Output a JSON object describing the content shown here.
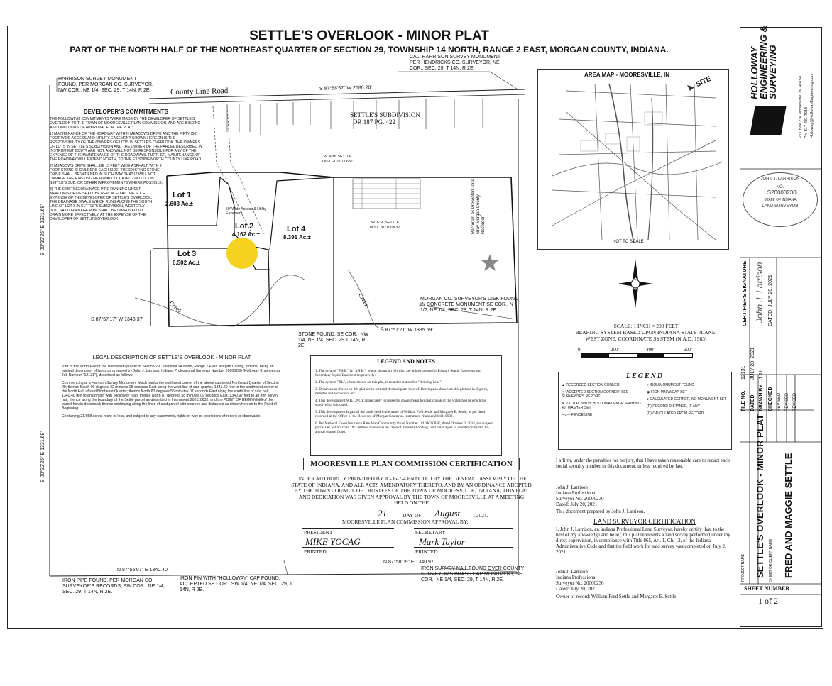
{
  "header": {
    "title": "SETTLE'S OVERLOOK - MINOR PLAT",
    "subtitle": "PART OF THE NORTH HALF OF THE NORTHEAST QUARTER OF SECTION 29, TOWNSHIP 14 NORTH, RANGE 2 EAST, MORGAN COUNTY, INDIANA."
  },
  "map": {
    "road": "County Line Road",
    "lot1": {
      "name": "Lot 1",
      "area": "2.603 Ac.±"
    },
    "lot2": {
      "name": "Lot 2",
      "area": "4.162 Ac.±"
    },
    "lot3": {
      "name": "Lot 3",
      "area": "6.502 Ac.±"
    },
    "lot4": {
      "name": "Lot 4",
      "area": "8.391 Ac.±"
    },
    "subdivision": "SETTLE'S SUBDIVISION",
    "subdivision_ref": "DR 187 PG. 422",
    "access": "50' Wide Access & Utility Easement",
    "creek": "Creek",
    "creek2": "Creek",
    "south_line": "S 87°57'17\" W 1343.37'",
    "south_line2": "S 87°57'21\" W 1335.69'",
    "north_line": "S 87°58'57\" W 2680.28'",
    "bottom_line1": "N 87°55'07\" E 1340.40'",
    "bottom_line2": "N 87°58'09\" E 1340.97'",
    "west_bearing": "S 00°32'25\" E 1331.69'",
    "west_bearing2": "S 00°32'25\" E 1331.69'",
    "owner_ws": "W. & M. SETTLE",
    "owner_ws_inst": "INST. 2021110632",
    "owner_ws2": "W. & M. SETTLE",
    "owner_ws2_inst": "INST. 2021100632"
  },
  "annotations": {
    "harrison_nw": "HARRISON SURVEY MONUMENT FOUND, PER MORGAN CO. SURVEYOR, NW COR., NE 1/4, SEC. 29, T 14N, R 2E.",
    "harrison_ne": "CAL. HARRISON SURVEY MONUMENT PER HENDRICKS CO. SURVEYOR, NE COR., SEC. 29, T 14N, R 2E.",
    "morgan_disk": "MORGAN CO. SURVEYOR'S DISK FOUND IN CONCRETE MONUMENT SE COR., N 1/2, NE 1/4, SEC. 29, T 14N, R 2E.",
    "stone_found": "STONE FOUND, SE COR., NW 1/4, NE 1/4, SEC. 29 T 14N, R 2E.",
    "iron_pipe": "IRON PIPE FOUND, PER MORGAN CO. SURVEYOR'S RECORDS, SW COR., NE 1/4, SEC. 29, T 14N, R 2E.",
    "iron_pin": "IRON PIN WITH \"HOLLOWAY\" CAP FOUND, ACCEPTED SE COR., SW 1/4, NE 1/4, SEC. 29, T 14N, R 2E.",
    "iron_nail": "IRON SURVEY NAIL FOUND OVER COUNTY SURVEYOR'S BRASS CAP MONUMENT, SE COR., NE 1/4, SEC. 29, T 14N, R 2E."
  },
  "commitments": {
    "title": "DEVELOPER'S COMMITMENTS",
    "intro": "THE FOLLOWING COMMITMENTS WERE MADE BY THE DEVELOPER OF SETTLE'S OVERLOOK TO THE TOWN OF MOORESVILLE PLAN COMMISSION, AND ARE BINDING AS CONDITIONS OF APPROVAL FOR THE PLAT:",
    "item1": "1) MAINTENANCE OF THE ROADWAY WITHIN MEADOWS DRIVE AND THE FIFTY (50) FOOT WIDE ACCESS AND UTILITY EASEMENT SHOWN HEREON IS THE RESPONSIBILITY OF THE OWNERS OF LOTS IN SETTLE'S OVERLOOK. THE OWNERS OF LOTS IN SETTLE'S SUBDIVISION AND THE OWNER OF THE PARCEL DESCRIBED IN INSTRUMENT 2020?? ARE NOT, AND WILL NOT BE RESPONSIBLE FOR ANY OF THE EXPENSE OF THE MAINTENANCE OF THE ROADWAYS. FURTHER, MAINTENANCE OF THE ROADWAY WILL EXTEND NORTH, TO THE EXISTING NORTH COUNTY LINE ROAD.",
    "item2": "2) MEADOWS DRIVE SHALL BE 15 FEET WIDE ASPHALT, WITH 2 FOOT STONE SHOULDERS EACH SIDE. THE EXISTING STONE DRIVE SHALL BE WIDENED IN SUCH WAY THAT IT WILL NOT DAMAGE THE EXISTING HEADWALL LOCATED ON LOT 3 IN SETTLE'S SUB. OR OTHER IMPROVEMENTS WHERE POSSIBLE.",
    "item3": "3) THE EXISTING DRAINAGE PIPE RUNNING UNDER MEADOWS DRIVE SHALL BE REPLACED AT THE SOLE EXPENSE OF THE DEVELOPER OF SETTLE'S OVERLOOK. THE DRAINAGE SWALE WHICH RUNS ALONG THE SOUTH LINE OF LOT 3 IN SETTLE'S SUBDIVISION, WESTERLY INTO SAID DRAINAGE PIPE SHALL BE IMPROVED TO DRAIN MORE EFFECTIVELY, AT THE EXPENSE OF THE DEVELOPER OF SETTLE'S OVERLOOK."
  },
  "legal": {
    "title": "LEGAL DESCRIPTION OF SETTLE'S OVERLOOK - MINOR PLAT",
    "p1": "Part of the North Half of the Northeast Quarter of Section 29, Township 14 North, Range 2 East, Morgan County, Indiana, being an original description of lands as prepared by John J. Larrison, Indiana Professional Surveyor Number 20000230 (Holloway Engineering Job Number \"12131\"), described as follows:",
    "p2": "Commencing at a Harrison Survey Monument which marks the northwest corner of the above captioned Northeast Quarter of Section 29; thence South 00 degrees 32 minutes 25 seconds East along the west line of said quarter, 1331.69 feet to the southwest corner of the North Half of said Northeast Quarter; thence North 87 degrees 55 minutes 07 seconds East along the south line of said half, 1340.40 feet to an iron pin with \"Holloway\" cap; thence North 87 degrees 58 minutes 09 seconds East, 1340.97 feet to an iron survey nail; thence along the boundary of the Settle parcel as described in Instrument 202110632, and the POINT OF BEGINNING of the parcel herein described; thence continuing along the lines of said parcel with courses and distances as shown hereon to the Point of Beginning.",
    "p3": "Containing 21.658 acres, more or less, and subject to any easements, rights-of-way or restrictions of record or observable."
  },
  "legend_notes": {
    "title": "LEGEND AND NOTES",
    "n1": "1. The symbol \"P.S.E.\" & \"S.S.E.\", where shown on this plat, are abbreviations for Primary Septic Easement and Secondary Septic Easement respectively.",
    "n2": "2. The symbol \"BL\", where shown on this plat, is an abbreviation for \"Building Line\".",
    "n3": "3. Distances as shown on this plat are in feet and decimal parts thereof. Bearings as shown on this plat are in degrees, minutes and seconds of arc.",
    "n4": "4. This development WILL NOT appreciably increase the downstream hydraulic peak of the watershed in which the subdivision is located.",
    "n5": "5. This development is part of the lands held in the name of William Fred Settle and Margaret E. Settle, as per deed recorded in the Office of the Recorder of Morgan County as Instrument Number 2021110632.",
    "n6": "6. Per National Flood Insurance Rate Map Community Panel Number 18109C0085E, dated October 2, 2014, the subject parcel lies within Zone \"X\", defined thereon as an \"area of minimal flooding\" and not subject to inundation by the 1% annual chance flood."
  },
  "certification": {
    "title": "MOORESVILLE PLAN COMMISSION CERTIFICATION",
    "text": "UNDER AUTHORITY PROVIDED BY IC-36-7-4 ENACTED BY THE GENERAL ASSEMBLY OF THE STATE OF INDIANA, AND ALL ACTS AMENDATORY THERETO, AND BY AN ORDINANCE ADOPTED BY THE TOWN COUNCIL OF TRUSTEES OF THE TOWN OF MOORESVILLE, INDIANA, THIS PLAT AND DEDICATION WAS GIVEN APPROVAL BY THE TOWN OF MOORESVILLE AT A MEETING HELD ON THE",
    "day": "21",
    "day_label": "DAY OF",
    "month": "August",
    "year": ", 2021.",
    "approved_by": "MOORESVILLE PLAN COMMISSION APPROVAL BY:",
    "president": "PRESIDENT",
    "secretary": "SECRETARY",
    "printed1": "PRINTED",
    "printed2": "PRINTED",
    "printed_name1": "MIKE YOCAG",
    "printed_name2": "Mark Taylor"
  },
  "affirm": {
    "text": "I affirm, under the penalties for perjury, that I have taken reasonable care to redact each social security number in this document, unless required by law.",
    "name": "John J. Larrison",
    "title": "Indiana Professional",
    "number": "Surveyor No. 20000230",
    "dated": "Dated: July 20, 2021",
    "prepared": "This document prepared by John J. Larrison."
  },
  "land_cert": {
    "title": "LAND SURVEYOR CERTIFICATION",
    "text": "I, John J. Larrison, an Indiana Professional Land Surveyor, hereby certify that, to the best of my knowledge and belief, this plat represents a land survey performed under my direct supervision, in compliance with Title 865, Art. 1, Ch. 12, of the Indiana Administrative Code and that the field work for said survey was completed on July 2, 2021.",
    "name": "John J. Larrison",
    "title2": "Indiana Professional",
    "number": "Surveyor No. 20000230",
    "dated": "Dated: July 20, 2021",
    "owner": "Owner of record: William Fred Settle and Margaret E. Settle"
  },
  "area_map": {
    "title": "AREA MAP - MOORESVILLE, IN",
    "site": "SITE",
    "scale_note": "NOT TO SCALE"
  },
  "scale": {
    "text1": "SCALE: 1 INCH = 200 FEET",
    "text2": "BEARING SYSTEM BASED UPON INDIANA STATE PLANE,",
    "text3": "WEST ZONE, COORDINATE SYSTEM (N.A.D. 1983)",
    "t0": "0'",
    "t1": "200'",
    "t2": "400'",
    "t3": "600'"
  },
  "legend": {
    "title": "LEGEND",
    "l1": "RECORDED SECTION CORNER",
    "l2": "\"ACCEPTED SECTION CORNER\" SEE SURVEYOR'S REPORT",
    "l3": "P.K. NAIL WITH \"HOLLOWAY ENGR. FIRM NO. 46\" WASHER SET",
    "l4": "FENCE LINE",
    "r1": "IRON MONUMENT FOUND",
    "r2": "IRON PIN W/CAP SET",
    "r3": "CALCULATED CORNER, NO MONUMENT SET",
    "r4": "RECORD DISTANCE, IF ANY",
    "r5": "CALCULATED FROM RECORD"
  },
  "firm": {
    "name": "HOLLOWAY ENGINEERING & SURVEYING",
    "address": "P.O. Box 234 Mooresville, IN. 46158",
    "phone": "Ph: 317-831-7918",
    "email": "Holloway@HollowayEngineering.com"
  },
  "seal": {
    "line1": "JOHN J. LARRISON",
    "no": "NO.",
    "num": "LS20000230",
    "state": "STATE OF INDIANA",
    "bottom": "LAND SURVEYOR"
  },
  "titleblock": {
    "certifier": "CERTIFIER'S SIGNATURE",
    "dated": "DATED: JULY 20, 2021",
    "file_no_label": "FILE NO.",
    "file_no": "12131",
    "dated_label": "DATED",
    "dated_val": "JULY 20, 2021",
    "drawn_label": "DRAWN BY",
    "drawn_val": "J.J.L.",
    "checked_label": "CHECKED",
    "revised1": "REVISED",
    "revised2": "REVISED",
    "revised3": "REVISED",
    "project_label": "PROJECT NAME",
    "project": "SETTLE'S OVERLOOK - MINOR PLAT",
    "client_label": "SHEET OR CLIENT NAME",
    "client": "FRED AND MAGGIE SETTLE",
    "sheet_label": "SHEET NUMBER",
    "sheet": "1 of 2"
  },
  "recorder_stamp": "Recorded as Presented Jane Gray Morgan County Recorder"
}
